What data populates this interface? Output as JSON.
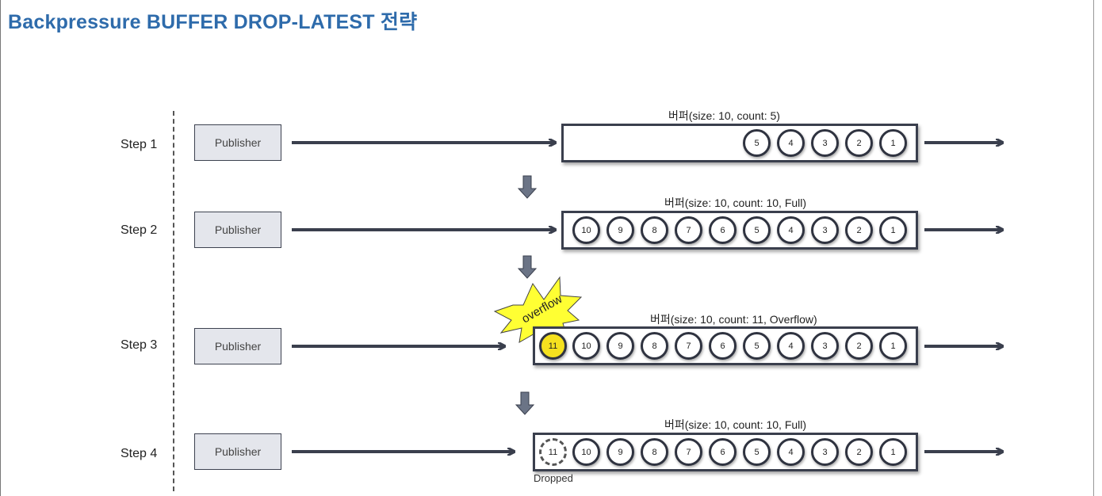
{
  "title": "Backpressure BUFFER DROP-LATEST 전략",
  "publisher_label": "Publisher",
  "steps": [
    {
      "label": "Step 1",
      "buffer_label": "버퍼(size: 10, count: 5)",
      "items": [
        "5",
        "4",
        "3",
        "2",
        "1"
      ]
    },
    {
      "label": "Step 2",
      "buffer_label": "버퍼(size: 10, count: 10, Full)",
      "items": [
        "10",
        "9",
        "8",
        "7",
        "6",
        "5",
        "4",
        "3",
        "2",
        "1"
      ]
    },
    {
      "label": "Step 3",
      "buffer_label": "버퍼(size: 10, count: 11, Overflow)",
      "items": [
        "11",
        "10",
        "9",
        "8",
        "7",
        "6",
        "5",
        "4",
        "3",
        "2",
        "1"
      ]
    },
    {
      "label": "Step 4",
      "buffer_label": "버퍼(size: 10, count: 10, Full)",
      "items": [
        "11",
        "10",
        "9",
        "8",
        "7",
        "6",
        "5",
        "4",
        "3",
        "2",
        "1"
      ]
    }
  ],
  "overflow_text": "overflow",
  "dropped_text": "Dropped",
  "colors": {
    "title": "#2e6bab",
    "highlight": "#f5e11f",
    "burst": "#ffff33",
    "dark": "#3a3f4d"
  }
}
